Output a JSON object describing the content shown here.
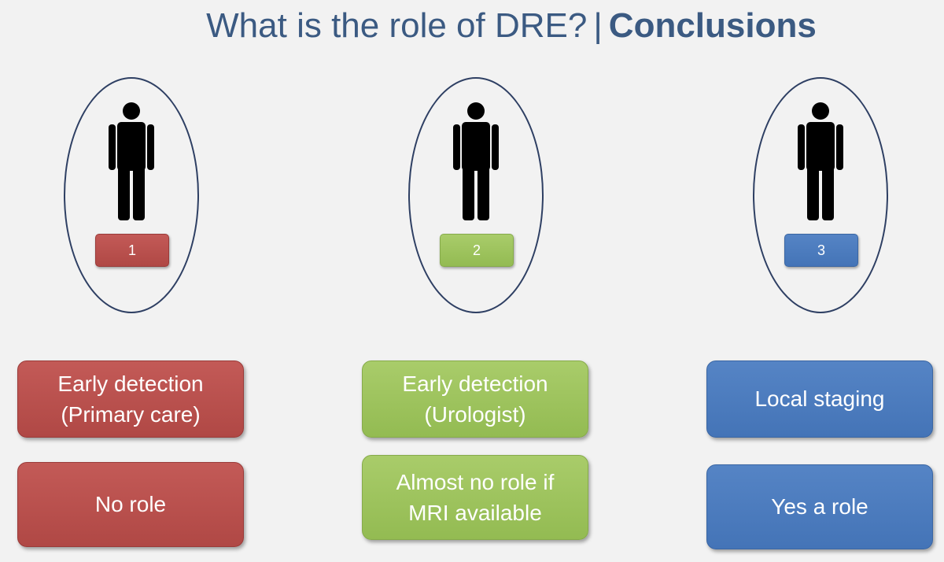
{
  "title": {
    "main": "What is the role of DRE?",
    "separator": "|",
    "emphasis": "Conclusions"
  },
  "columns": [
    {
      "badge": "1",
      "top_box": "Early detection\n(Primary care)",
      "bottom_box": "No role",
      "color": "#b84d4a"
    },
    {
      "badge": "2",
      "top_box": "Early detection\n(Urologist)",
      "bottom_box": "Almost no role if\nMRI available",
      "color": "#9ac35a"
    },
    {
      "badge": "3",
      "top_box": "Local staging",
      "bottom_box": "Yes a role",
      "color": "#4a7abf"
    }
  ]
}
